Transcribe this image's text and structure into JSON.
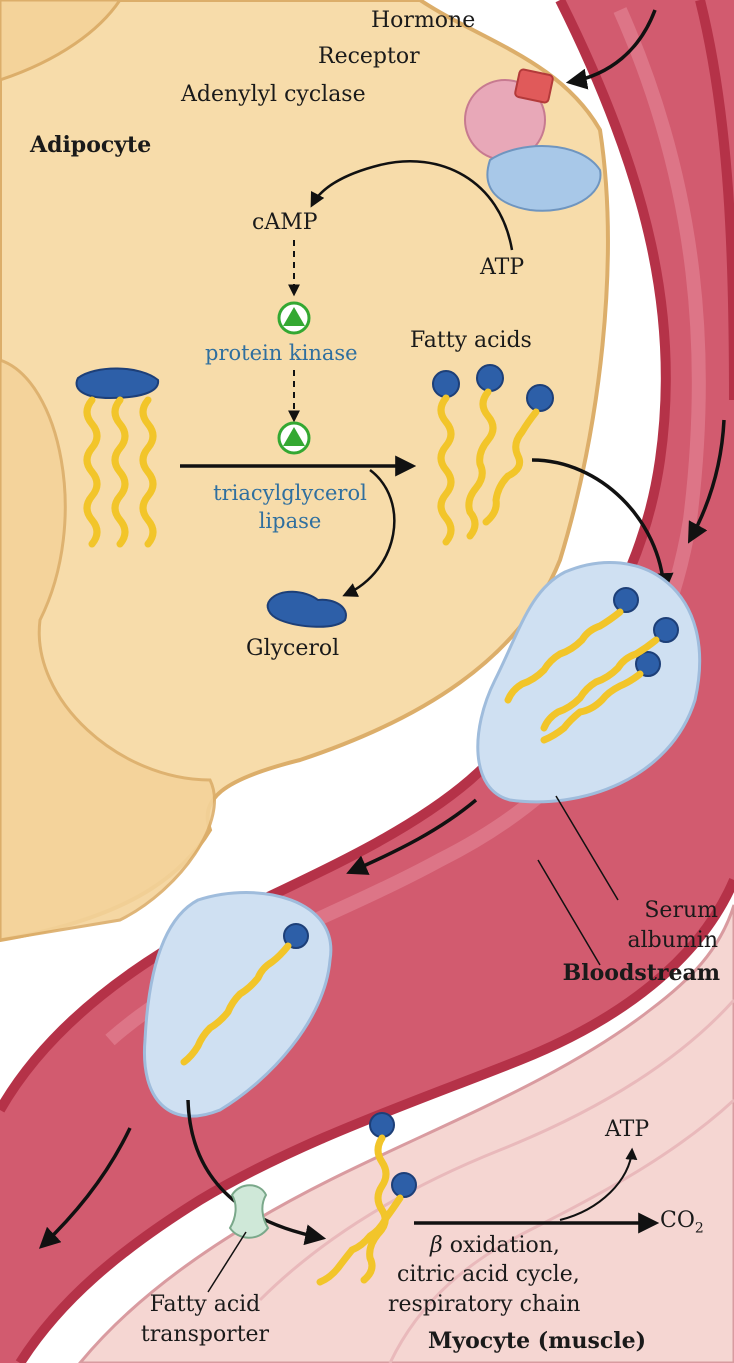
{
  "labels": {
    "hormone": "Hormone",
    "receptor": "Receptor",
    "adenylyl_cyclase": "Adenylyl cyclase",
    "adipocyte": "Adipocyte",
    "camp": "cAMP",
    "atp_top": "ATP",
    "protein_kinase": "protein kinase",
    "fatty_acids": "Fatty acids",
    "tag_lipase_line1": "triacylglycerol",
    "tag_lipase_line2": "lipase",
    "glycerol": "Glycerol",
    "serum_albumin_line1": "Serum",
    "serum_albumin_line2": "albumin",
    "bloodstream": "Bloodstream",
    "atp_bottom": "ATP",
    "co2": "CO",
    "co2_sub": "2",
    "beta_ox_symbol": "β",
    "beta_ox_rest": " oxidation,",
    "citric_acid_cycle": "citric acid cycle,",
    "respiratory_chain": "respiratory chain",
    "fa_transporter_line1": "Fatty acid",
    "fa_transporter_line2": "transporter",
    "myocyte": "Myocyte (muscle)"
  },
  "colors": {
    "adipocyte_fill": "#f7dcaa",
    "adipocyte_edge": "#dcae6a",
    "blood_vessel": "#d25b6f",
    "vessel_wall": "#c23d52",
    "myocyte_fill": "#f5d6d2",
    "albumin_fill": "#cfe0f2",
    "fatty_acid_tail": "#f2c52a",
    "head_blue": "#2d5fa8",
    "kinase_green": "#34a832",
    "receptor_pink": "#e8a8b8",
    "hormone_red": "#e05a5a",
    "cyclase_blue": "#a8c8e8",
    "transporter_green": "#cfe8d8",
    "label_blue": "#2f6f9f"
  }
}
